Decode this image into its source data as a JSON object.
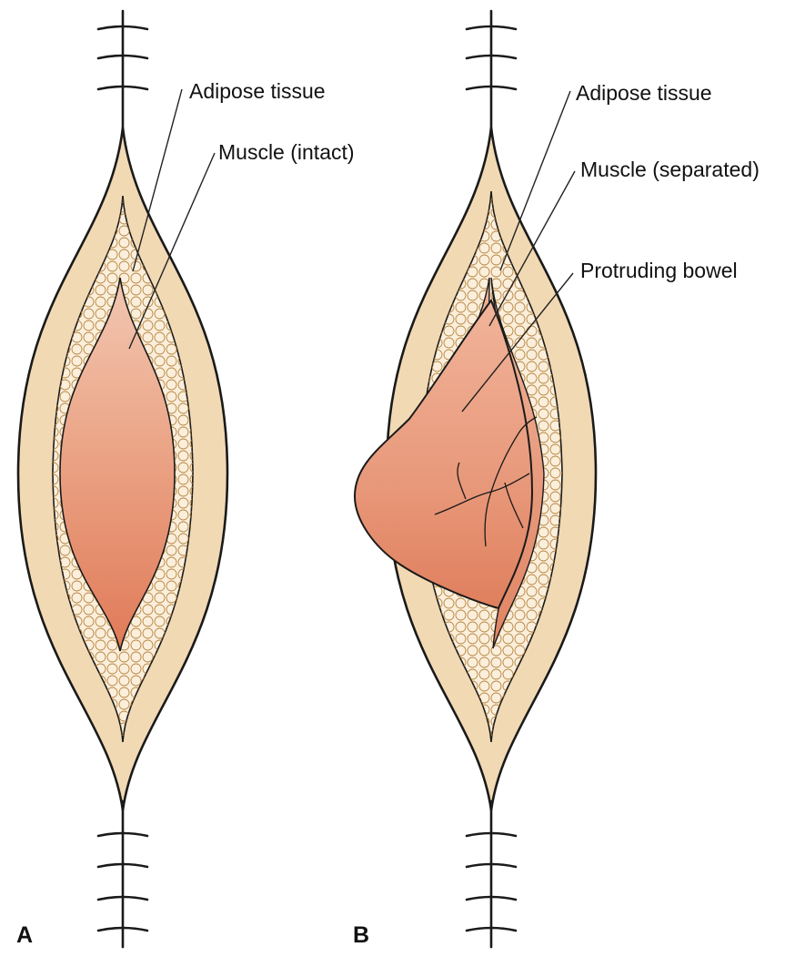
{
  "panel_a": {
    "letter": "A",
    "labels": {
      "adipose": "Adipose tissue",
      "muscle": "Muscle (intact)"
    }
  },
  "panel_b": {
    "letter": "B",
    "labels": {
      "adipose": "Adipose tissue",
      "muscle": "Muscle (separated)",
      "bowel": "Protruding bowel"
    }
  },
  "colors": {
    "skin": "#f1d9b4",
    "fat_fill": "#fbeedb",
    "fat_cells": "#b88a47",
    "muscle_light": "#f0bca3",
    "muscle_dark": "#e07c5b",
    "bowel": "#e59371",
    "outline": "#1a1a1a"
  }
}
